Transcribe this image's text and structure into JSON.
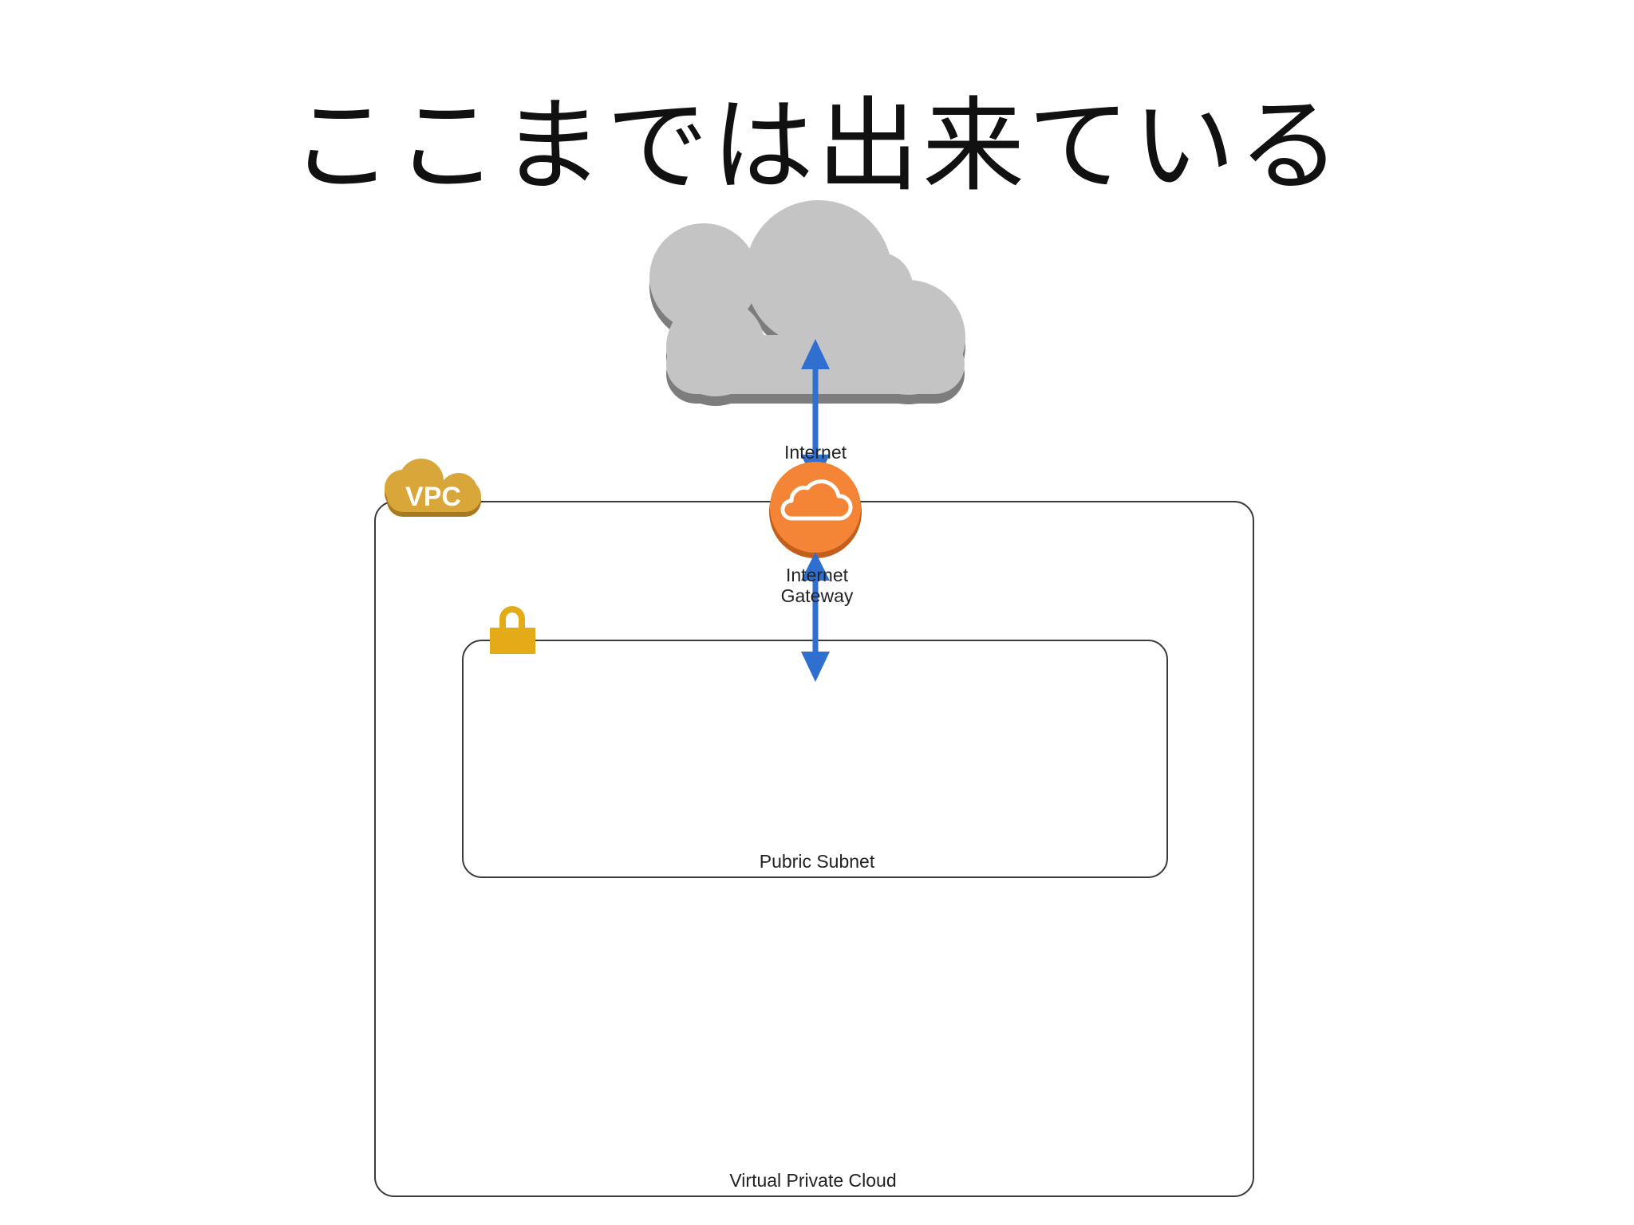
{
  "slide": {
    "title": "ここまでは出来ている"
  },
  "diagram": {
    "internet_label": "Internet",
    "gateway_label_line1": "Internet",
    "gateway_label_line2": "Gateway",
    "vpc_badge": "VPC",
    "vpc_label": "Virtual Private Cloud",
    "subnet_label": "Pubric Subnet"
  },
  "colors": {
    "cloud": "#c4c4c4",
    "cloud_shadow": "#7d7d7d",
    "arrow": "#2f6fd0",
    "gateway": "#f58536",
    "vpc_badge": "#d9a63a",
    "lock": "#e3ab17"
  }
}
